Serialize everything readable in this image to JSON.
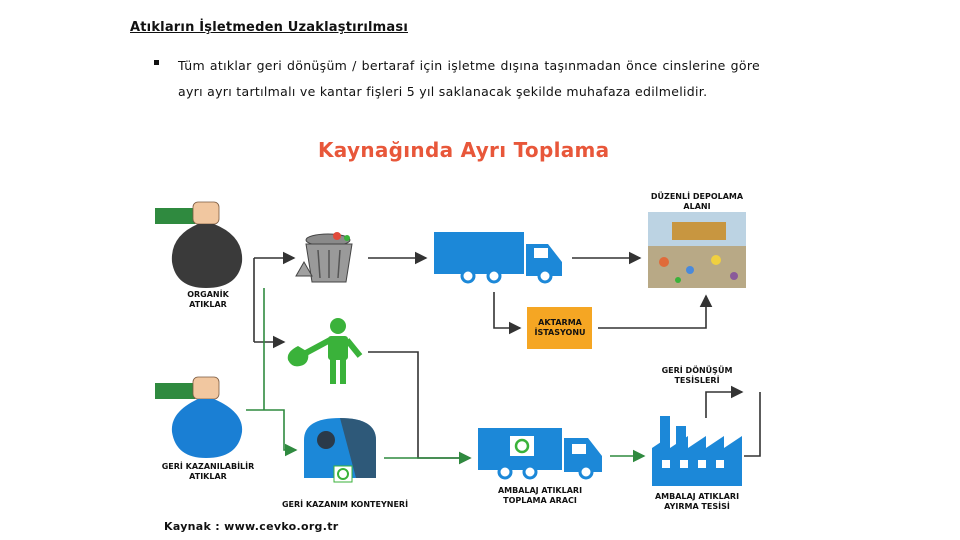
{
  "heading": "Atıkların İşletmeden Uzaklaştırılması",
  "paragraph": "Tüm atıklar geri dönüşüm / bertaraf için işletme dışına taşınmadan önce cinslerine göre ayrı ayrı tartılmalı ve kantar fişleri 5 yıl saklanacak şekilde muhafaza edilmelidir.",
  "diagram": {
    "title": "Kaynağında Ayrı Toplama",
    "labels": {
      "organic": "ORGANİK ATIKLAR",
      "recyclable": "GERİ KAZANILABİLİR ATIKLAR",
      "container": "GERİ KAZANIM KONTEYNERİ",
      "landfill": "DÜZENLİ DEPOLAMA ALANI",
      "transfer": "AKTARMA İSTASYONU",
      "recycling_facility": "GERİ DÖNÜŞÜM TESİSLERİ",
      "packaging_truck": "AMBALAJ ATIKLARI TOPLAMA ARACI",
      "sorting_facility": "AMBALAJ ATIKLARI AYIRMA TESİSİ"
    }
  },
  "source": "Kaynak : www.cevko.org.tr",
  "colors": {
    "organic_bag": "#3a3a3a",
    "recycle_bag": "#1a7fd4",
    "arrow": "#333333",
    "arrow_green": "#2f8a3f",
    "truck": "#1c88d8",
    "person": "#3ab23a",
    "title": "#e8573a",
    "transfer_box": "#f5a623"
  }
}
